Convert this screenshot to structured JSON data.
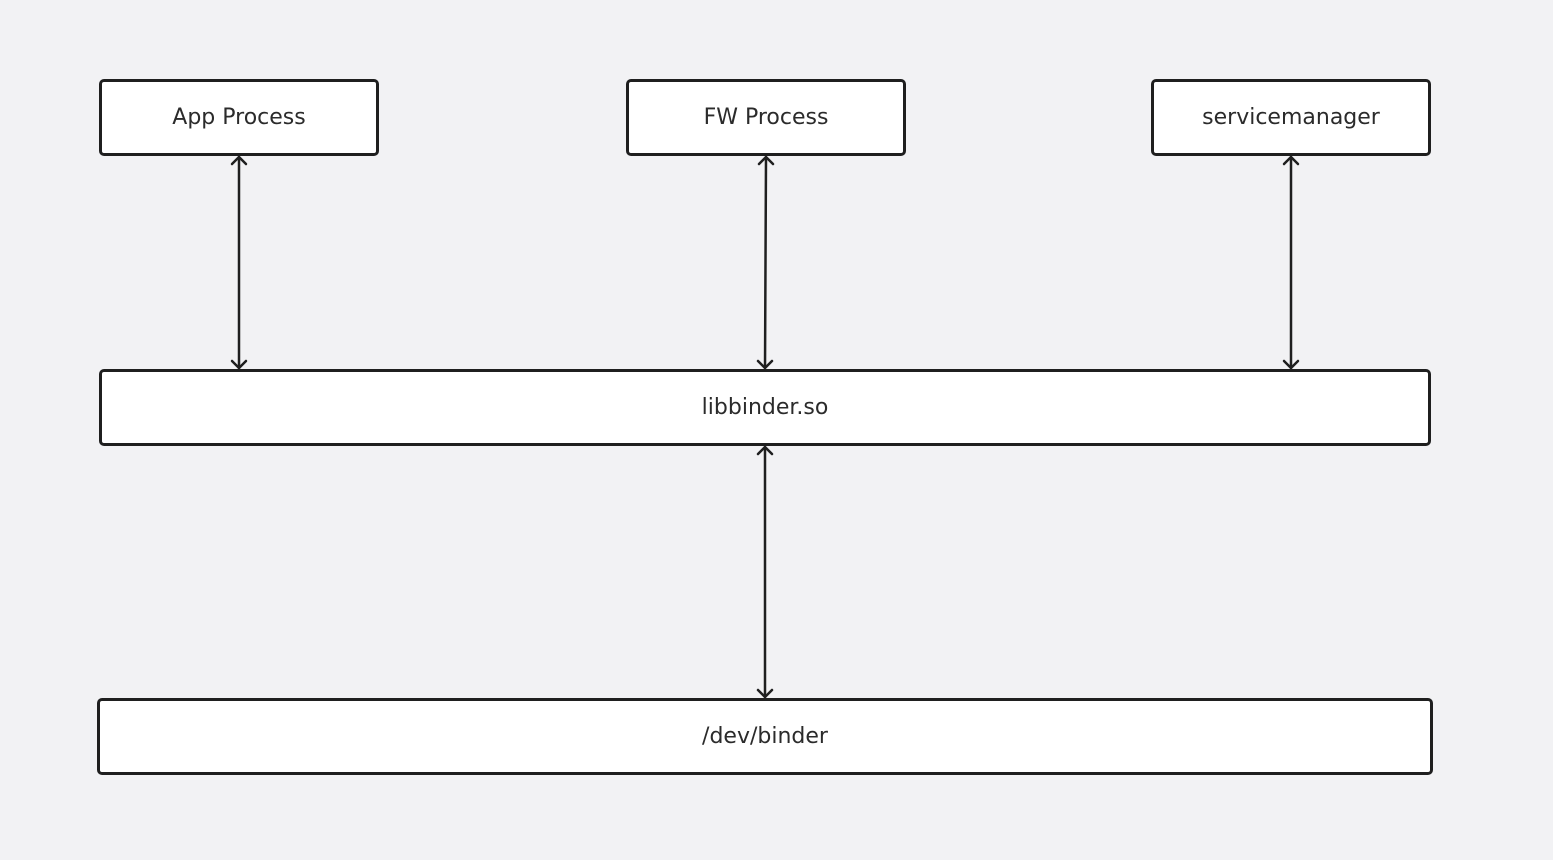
{
  "diagram": {
    "nodes": {
      "app_process": "App Process",
      "fw_process": "FW Process",
      "servicemanager": "servicemanager",
      "libbinder": "libbinder.so",
      "dev_binder": "/dev/binder"
    },
    "edges": [
      {
        "from": "app_process",
        "to": "libbinder",
        "direction": "bidirectional"
      },
      {
        "from": "fw_process",
        "to": "libbinder",
        "direction": "bidirectional"
      },
      {
        "from": "servicemanager",
        "to": "libbinder",
        "direction": "bidirectional"
      },
      {
        "from": "libbinder",
        "to": "dev_binder",
        "direction": "bidirectional"
      }
    ],
    "colors": {
      "background": "#f2f2f4",
      "box_fill": "#ffffff",
      "stroke": "#1f1f1f",
      "text": "#2b2b2b"
    }
  }
}
